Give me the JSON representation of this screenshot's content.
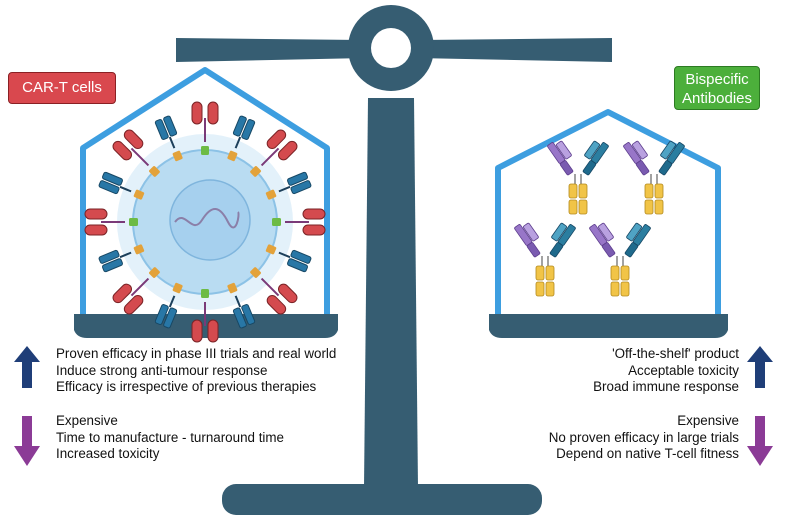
{
  "left": {
    "label": "CAR-T cells",
    "pros": [
      "Proven efficacy in phase III trials and real world",
      "Induce strong anti-tumour response",
      "Efficacy is irrespective of previous therapies"
    ],
    "cons": [
      "Expensive",
      "Time to manufacture - turnaround time",
      "Increased toxicity"
    ]
  },
  "right": {
    "label_line1": "Bispecific",
    "label_line2": "Antibodies",
    "pros": [
      "'Off-the-shelf' product",
      "Acceptable toxicity",
      "Broad immune response"
    ],
    "cons": [
      "Expensive",
      "No proven efficacy in large trials",
      "Depend on native T-cell fitness"
    ]
  },
  "colors": {
    "scale": "#365d72",
    "house": "#3d9ee0",
    "pro_arrow": "#1f3e78",
    "con_arrow": "#8b3b96",
    "car_red": "#d44a4e",
    "tcr_blue": "#2877a6",
    "ab_purple": "#9876c8",
    "ab_teal": "#2b7ea0",
    "ab_yellow": "#f1c447",
    "cell": "#b9dcf2"
  }
}
